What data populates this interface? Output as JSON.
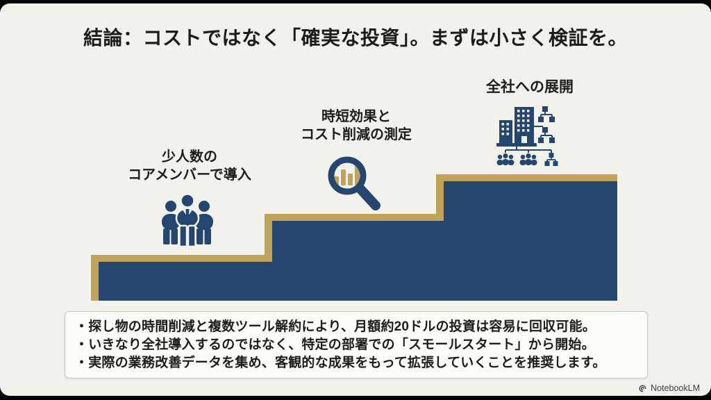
{
  "slide": {
    "title": "結論：コストではなく「確実な投資」。まずは小さく検証を。",
    "steps": [
      {
        "label": "少人数の\nコアメンバーで導入",
        "icon": "team-icon"
      },
      {
        "label": "時短効果と\nコスト削減の測定",
        "icon": "magnifier-bar-chart-icon"
      },
      {
        "label": "全社への展開",
        "icon": "company-org-chart-icon"
      }
    ],
    "notes": [
      "・探し物の時間削減と複数ツール解約により、月額約20ドルの投資は容易に回収可能。",
      "・いきなり全社導入するのではなく、特定の部署での「スモールスタート」から開始。",
      "・実際の業務改善データを集め、客観的な成果をもって拡張していくことを推奨します。"
    ],
    "watermark": "NotebookLM"
  },
  "colors": {
    "navy": "#25466E",
    "gold": "#C0A258",
    "cream": "#F2F1EB",
    "note_bg": "#FBFBF8",
    "note_border": "#C9C8C0",
    "text": "#1C1C1A",
    "watermark": "#3B3E42",
    "frame": "#050505"
  }
}
